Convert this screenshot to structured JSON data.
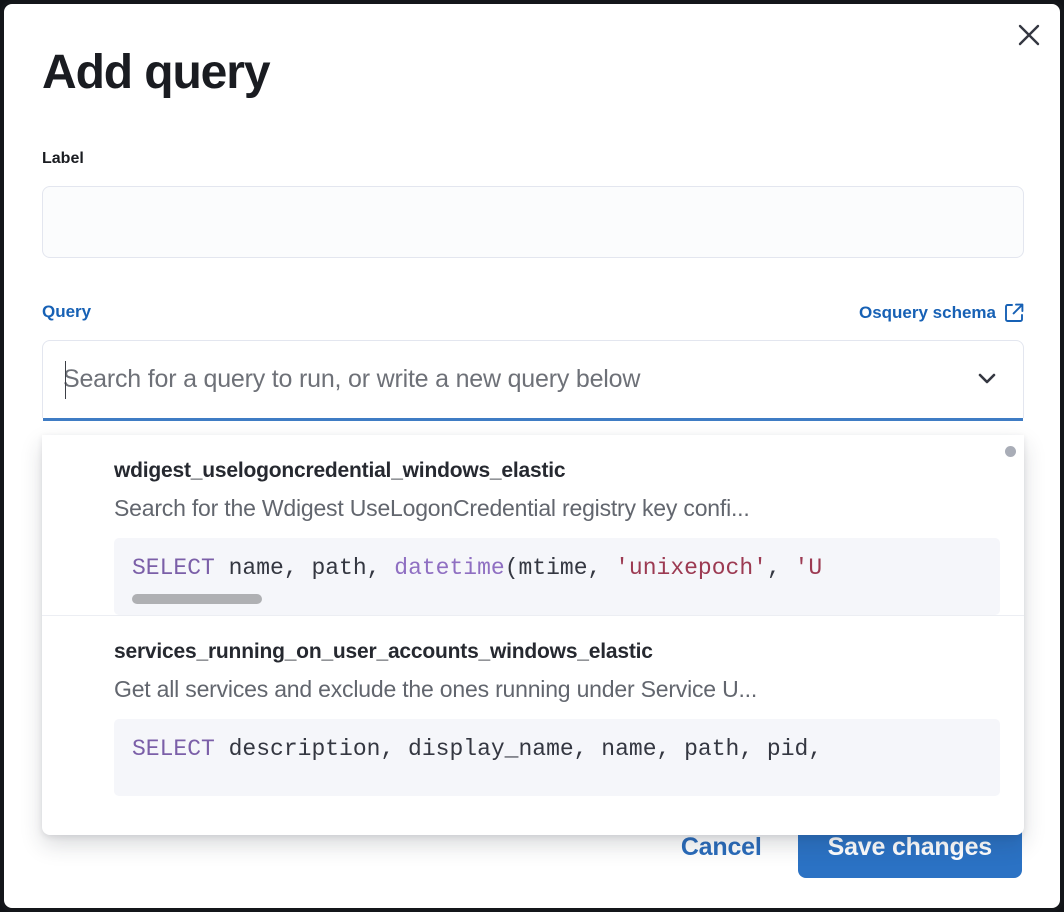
{
  "modal": {
    "title": "Add query",
    "close_icon": "close-icon"
  },
  "form": {
    "label_field": {
      "label": "Label",
      "value": "",
      "placeholder": ""
    },
    "query_field": {
      "label": "Query",
      "schema_link": "Osquery schema",
      "schema_link_icon": "external-link-icon",
      "placeholder": "Search for a query to run, or write a new query below",
      "value": "",
      "chevron_icon": "chevron-down-icon"
    }
  },
  "dropdown": {
    "options": [
      {
        "title": "wdigest_uselogoncredential_windows_elastic",
        "description": "Search for the Wdigest UseLogonCredential registry key confi...",
        "code_tokens": [
          {
            "text": "SELECT",
            "type": "keyword"
          },
          {
            "text": " name, path, ",
            "type": "plain"
          },
          {
            "text": "datetime",
            "type": "function"
          },
          {
            "text": "(mtime, ",
            "type": "plain"
          },
          {
            "text": "'unixepoch'",
            "type": "string"
          },
          {
            "text": ", ",
            "type": "plain"
          },
          {
            "text": "'U",
            "type": "string"
          }
        ],
        "has_horizontal_scrollbar": true
      },
      {
        "title": "services_running_on_user_accounts_windows_elastic",
        "description": "Get all services and exclude the ones running under Service U...",
        "code_tokens": [
          {
            "text": "SELECT",
            "type": "keyword"
          },
          {
            "text": " description, display_name, name, path, pid,",
            "type": "plain"
          }
        ],
        "has_horizontal_scrollbar": false
      }
    ]
  },
  "footer": {
    "cancel_label": "Cancel",
    "save_label": "Save changes"
  },
  "colors": {
    "accent_blue": "#2b72c4",
    "link_blue": "#1761b5",
    "focus_underline": "#3f7cc4",
    "keyword_purple": "#7b5fa8",
    "string_red": "#9c3a52",
    "text_dark": "#1a1c21"
  }
}
